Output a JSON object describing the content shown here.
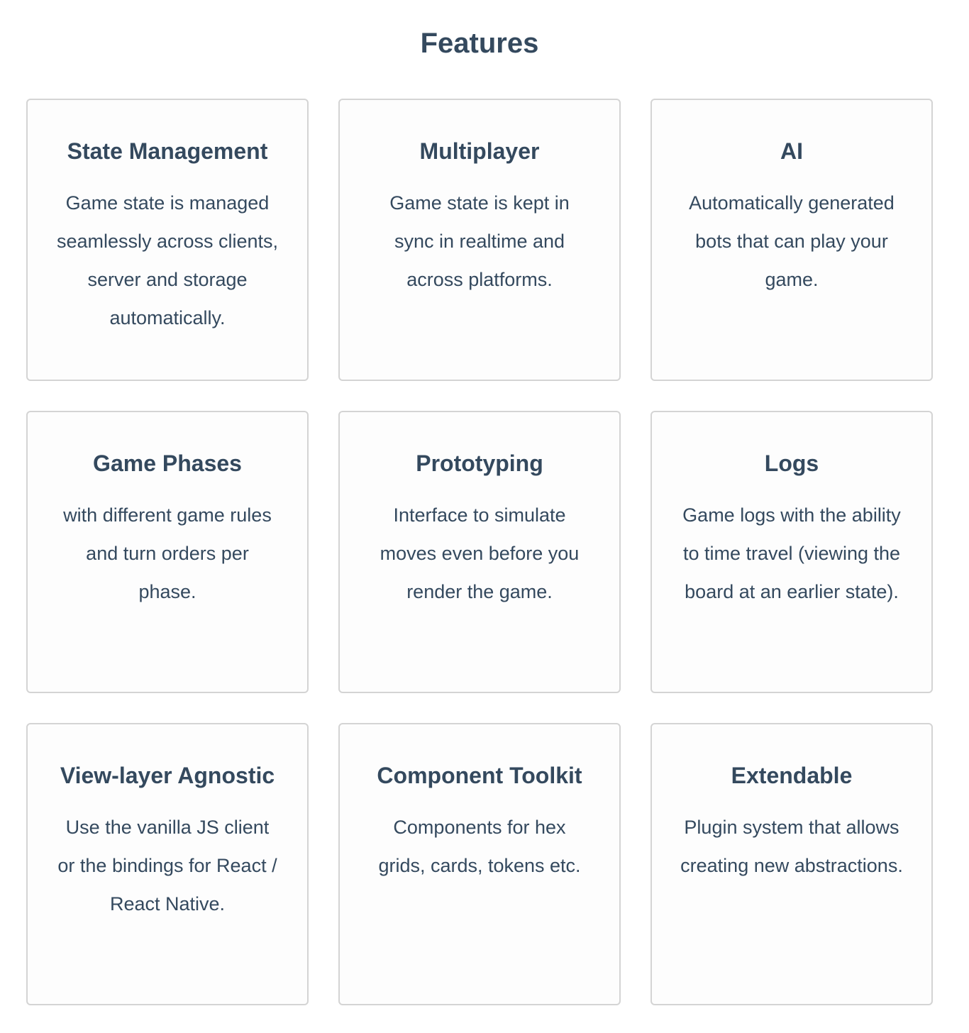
{
  "heading": "Features",
  "features": [
    {
      "title": "State Management",
      "description": "Game state is managed seamlessly across clients, server and storage automatically."
    },
    {
      "title": "Multiplayer",
      "description": "Game state is kept in sync in realtime and across platforms."
    },
    {
      "title": "AI",
      "description": "Automatically generated bots that can play your game."
    },
    {
      "title": "Game Phases",
      "description": "with different game rules and turn orders per phase."
    },
    {
      "title": "Prototyping",
      "description": "Interface to simulate moves even before you render the game."
    },
    {
      "title": "Logs",
      "description": "Game logs with the ability to time travel (viewing the board at an earlier state)."
    },
    {
      "title": "View-layer Agnostic",
      "description": "Use the vanilla JS client or the bindings for React / React Native."
    },
    {
      "title": "Component Toolkit",
      "description": "Components for hex grids, cards, tokens etc."
    },
    {
      "title": "Extendable",
      "description": "Plugin system that allows creating new abstractions."
    }
  ]
}
